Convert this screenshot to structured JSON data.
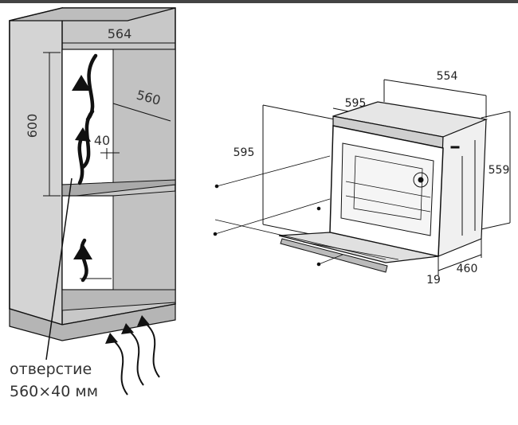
{
  "cabinet": {
    "width_label": "564",
    "depth_label": "560",
    "height_label": "600",
    "gap_label": "40"
  },
  "caption": {
    "line1": "отверстие",
    "line2": "560×40 мм"
  },
  "oven": {
    "depth_label": "554",
    "width_label": "595",
    "height_label": "595",
    "side_height_label": "559",
    "recess_label": "460",
    "panel_label": "19"
  },
  "colors": {
    "cabinet_fill": "#c8c8c8",
    "inner_side_fill": "#c2c2c2",
    "plinth_fill": "#b5b5b5",
    "line": "#111111",
    "arrow": "#111111"
  }
}
